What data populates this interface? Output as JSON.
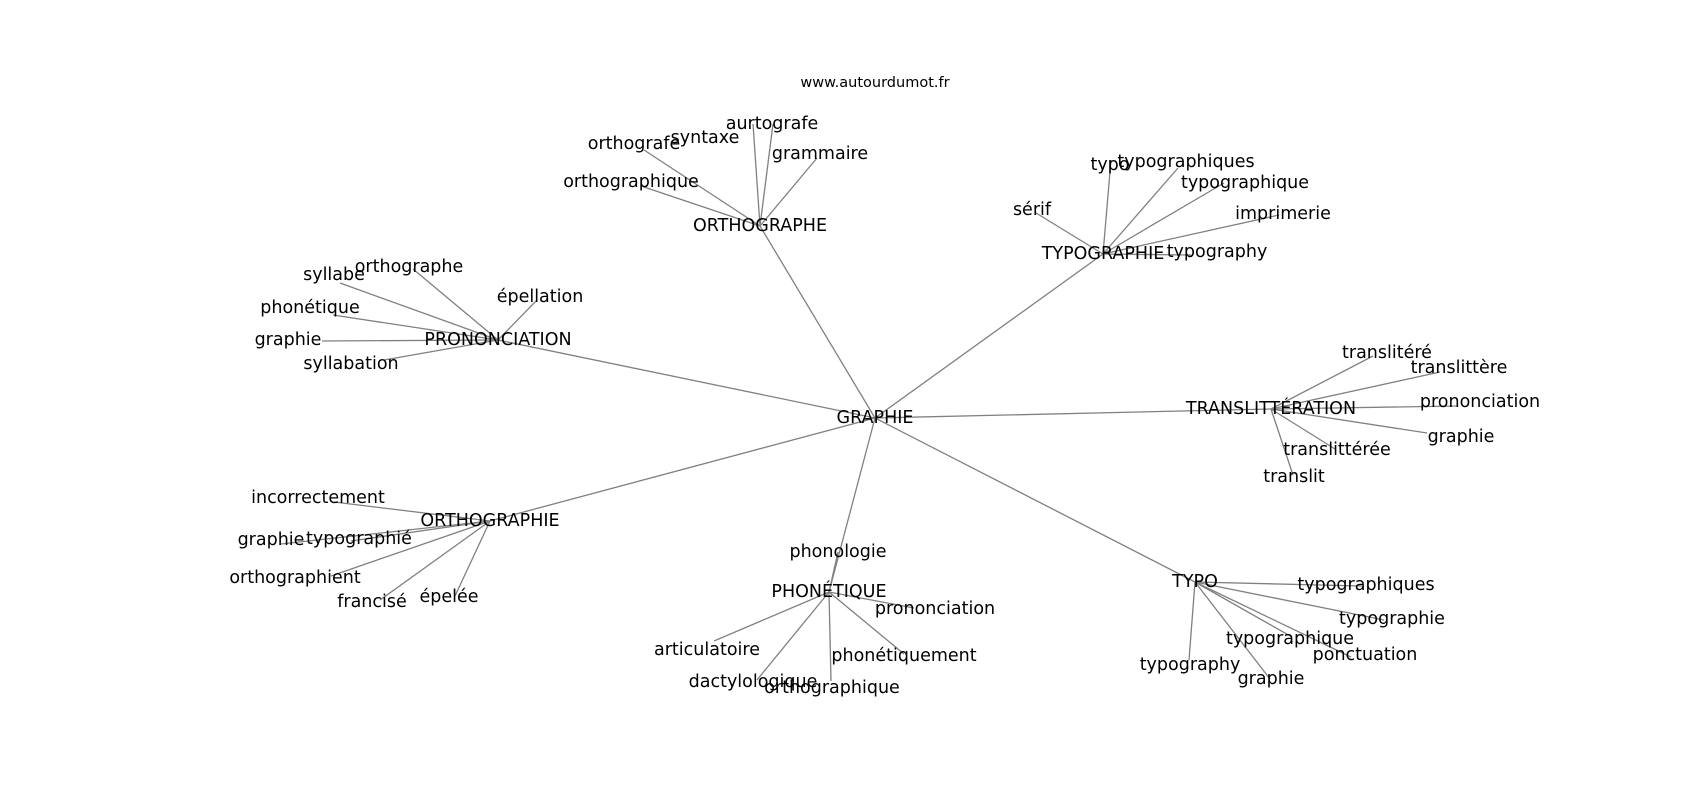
{
  "source": "www.autourdumot.fr",
  "colors": {
    "edge": "#808080",
    "text": "#000000",
    "background": "#ffffff"
  },
  "graph": {
    "root": "GRAPHIE",
    "hubs": [
      {
        "label": "ORTHOGRAPHE",
        "leaves": [
          "orthografe",
          "syntaxe",
          "aurtografe",
          "grammaire",
          "orthographique"
        ]
      },
      {
        "label": "TYPOGRAPHIE",
        "leaves": [
          "typo",
          "typographiques",
          "typographique",
          "sérif",
          "imprimerie",
          "typography"
        ]
      },
      {
        "label": "PRONONCIATION",
        "leaves": [
          "orthographe",
          "syllabe",
          "épellation",
          "phonétique",
          "graphie",
          "syllabation"
        ]
      },
      {
        "label": "TRANSLITTÉRATION",
        "leaves": [
          "translitéré",
          "translittère",
          "prononciation",
          "graphie",
          "translittérée",
          "translit"
        ]
      },
      {
        "label": "ORTHOGRAPHIE",
        "leaves": [
          "incorrectement",
          "graphie",
          "typographié",
          "orthographient",
          "francisé",
          "épelée"
        ]
      },
      {
        "label": "PHONÉTIQUE",
        "leaves": [
          "phonologie",
          "prononciation",
          "articulatoire",
          "phonétiquement",
          "dactylologique",
          "orthographique"
        ]
      },
      {
        "label": "TYPO",
        "leaves": [
          "typographiques",
          "typographie",
          "typographique",
          "ponctuation",
          "typography",
          "graphie"
        ]
      }
    ]
  }
}
